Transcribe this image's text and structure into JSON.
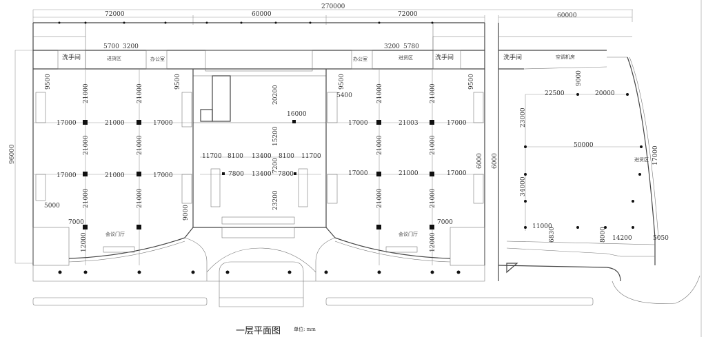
{
  "drawing": {
    "title": "一层平面图",
    "unit": "单位: mm"
  },
  "dims": {
    "overall": "270000",
    "top": [
      "72000",
      "60000",
      "72000",
      "60000"
    ],
    "left_total": "96000",
    "entry_top_left": [
      "5700",
      "3200"
    ],
    "entry_top_right": [
      "3200",
      "5780"
    ],
    "bay_rows": [
      "17000",
      "21000",
      "17000"
    ],
    "bay_rows_right": [
      "17000",
      "21003",
      "17000"
    ],
    "bay_cols": "21000",
    "side_9500": "9500",
    "center_20200": "20200",
    "center_16000": "16000",
    "center_5400": "5400",
    "atrium_top": [
      "11700",
      "8100",
      "13400",
      "8100",
      "11700"
    ],
    "atrium_mid": [
      "7800",
      "13400",
      "7800"
    ],
    "atrium_v": [
      "15200",
      "7200",
      "23200"
    ],
    "left_5000": "5000",
    "corner_7000": "7000",
    "corner_12000": "12000",
    "left_9000": "9000",
    "gap_6000": "6000",
    "right": {
      "r9000": "9000",
      "r22500": "22500",
      "r20000": "20000",
      "r23000": "23000",
      "r50000": "50000",
      "r34000": "34000",
      "r17000": "17000",
      "r11000": "11000",
      "r6830": "6830",
      "r8000": "8000",
      "r14200": "14200",
      "r5050": "5050"
    }
  },
  "rooms": {
    "washroom": "洗手间",
    "loading": "进货区",
    "office": "办公室",
    "ac_room": "空调机房",
    "lobby": "会议门厅"
  }
}
